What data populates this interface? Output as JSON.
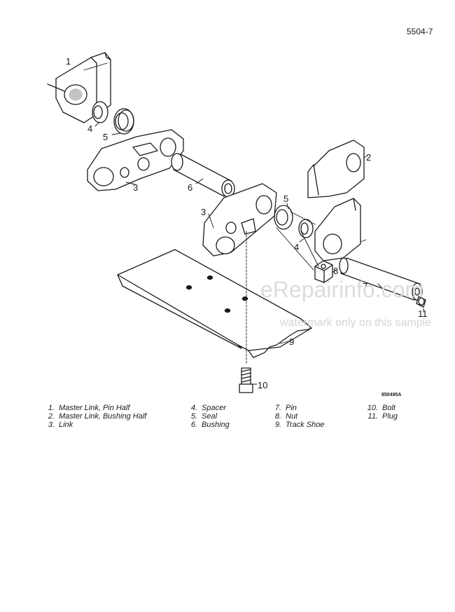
{
  "page_number": "5504-7",
  "figure_code": "850495A",
  "watermark": {
    "brand": "eRepairinfo.com",
    "note": "watermark only on this sample"
  },
  "callouts": [
    "1",
    "2",
    "3",
    "3",
    "4",
    "4",
    "5",
    "5",
    "6",
    "7",
    "8",
    "9",
    "10",
    "11"
  ],
  "legend": [
    {
      "num": "1.",
      "label": "Master Link, Pin Half"
    },
    {
      "num": "2.",
      "label": "Master Link, Bushing Half"
    },
    {
      "num": "3.",
      "label": "Link"
    },
    {
      "num": "4.",
      "label": "Spacer"
    },
    {
      "num": "5.",
      "label": "Seal"
    },
    {
      "num": "6.",
      "label": "Bushing"
    },
    {
      "num": "7.",
      "label": "Pin"
    },
    {
      "num": "8.",
      "label": "Nut"
    },
    {
      "num": "9.",
      "label": "Track Shoe"
    },
    {
      "num": "10.",
      "label": "Bolt"
    },
    {
      "num": "11.",
      "label": "Plug"
    }
  ],
  "colors": {
    "ink": "#1a1a1a",
    "watermark": "#dcdcdc"
  }
}
